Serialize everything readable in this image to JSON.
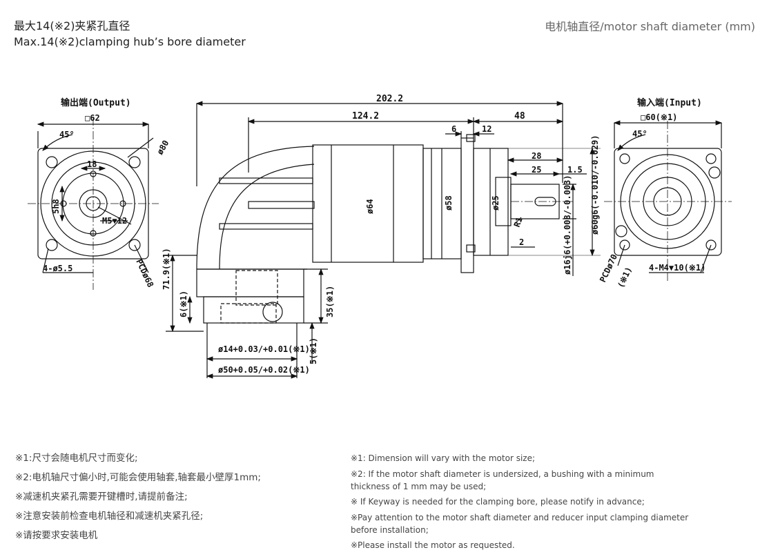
{
  "header": {
    "title_cn": "最大14(※2)夹紧孔直径",
    "title_en": "Max.14(※2)clamping hub’s bore diameter",
    "right_label": "电机轴直径/motor shaft diameter (mm)"
  },
  "drawing": {
    "output_label": "输出端(Output)",
    "output_square": "□62",
    "output_angle": "45°",
    "output_pcd_circle": "ø80",
    "output_key_width": "18",
    "output_key_depth": "5h8",
    "output_thread": "M5▼12",
    "output_holes": "4-ø5.5",
    "output_pcd": "PCDø68",
    "input_label": "输入端(Input)",
    "input_square": "□60(※1)",
    "input_angle": "45°",
    "input_thread": "4-M4▼10(※1)",
    "input_pcd": "PCDø70",
    "input_pcd_note": "(※1)",
    "len_total": "202.2",
    "len_body": "124.2",
    "len_shaft_section": "48",
    "len_6": "6",
    "len_12": "12",
    "len_28": "28",
    "len_25": "25",
    "len_1_5": "1.5",
    "len_2": "2",
    "radius": "R1",
    "dia_64": "ø64",
    "dia_58": "ø58",
    "dia_25": "ø25",
    "dia_16": "ø16j6(+0.008/-0.003)",
    "dia_60": "ø60g6(-0.010/-0.029)",
    "height_71_9": "71.9(※1)",
    "height_6": "6(※1)",
    "height_35": "35(※1)",
    "height_5": "5(※1)",
    "bore_14": "ø14+0.03/+0.01(※1)",
    "bore_50": "ø50+0.05/+0.02(※1)"
  },
  "notes_cn": [
    "※1:尺寸会随电机尺寸而变化;",
    "※2:电机轴尺寸偏小时,可能会使用轴套,轴套最小壁厚1mm;",
    "※减速机夹紧孔需要开键槽时,请提前备注;",
    "※注意安装前检查电机轴径和减速机夹紧孔径;",
    "※请按要求安装电机"
  ],
  "notes_en": [
    "※1: Dimension will vary with the motor size;",
    "※2: If the motor shaft diameter is undersized, a bushing with a minimum thickness of 1 mm may be used;",
    "※ If Keyway is needed for the clamping bore, please notify in advance;",
    "※Pay attention to the motor shaft diameter and reducer input clamping diameter before installation;",
    "※Please install the motor as requested."
  ]
}
